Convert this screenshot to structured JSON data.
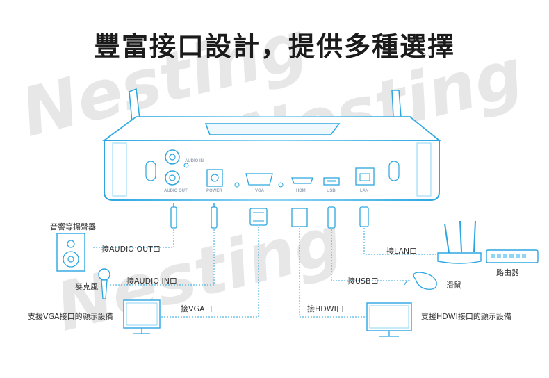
{
  "title": "豐富接口設計，提供多種選擇",
  "watermark": "Nesting",
  "ports": {
    "audio_in": "AUDIO IN",
    "audio_out": "AUDIO OUT",
    "power": "POWER",
    "vga": "VGA",
    "hdmi": "HDMI",
    "usb": "USB",
    "lan": "LAN"
  },
  "labels": {
    "speaker": "音響等揚聲器",
    "audio_out_conn": "接AUDIO OUT口",
    "mic": "麥克風",
    "audio_in_conn": "接AUDIO IN口",
    "vga_monitor": "支援VGA接口的顯示設備",
    "vga_conn": "接VGA口",
    "hdmi_conn": "接HDWI口",
    "usb_conn": "接USB口",
    "lan_conn": "接LAN口",
    "router": "路由器",
    "mouse": "滑鼠",
    "hdmi_monitor": "支援HDWI接口的顯示設備"
  },
  "colors": {
    "blue": "#2ba6e0",
    "light_blue": "#8fd6f5",
    "line": "#6b6b6b",
    "watermark": "#e7e7e7"
  }
}
